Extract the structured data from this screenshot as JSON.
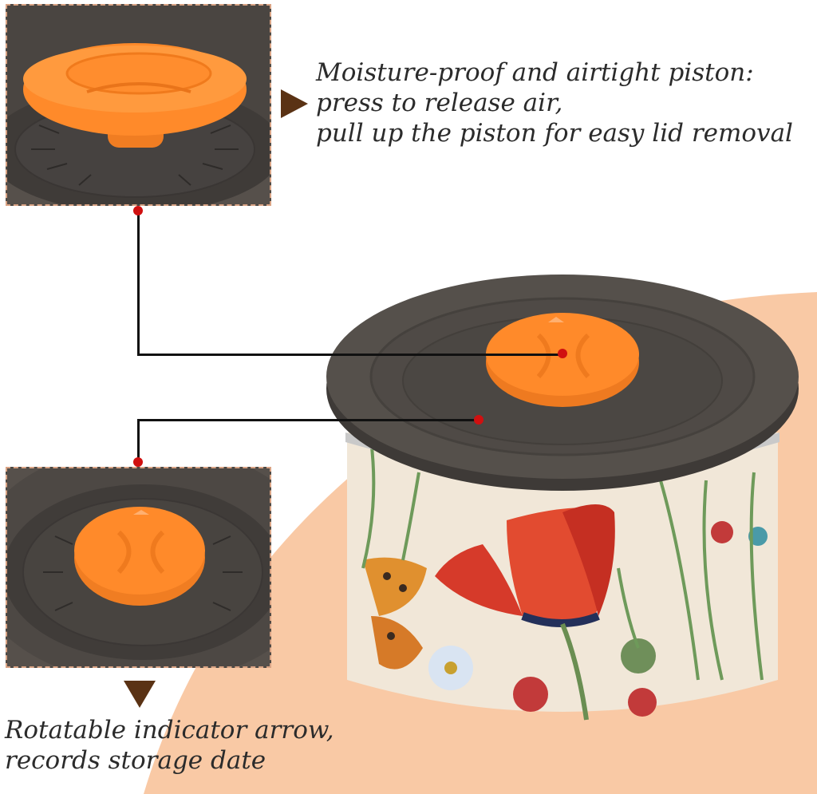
{
  "captions": {
    "piston": [
      "Moisture-proof and airtight piston:",
      "press to release air,",
      "pull up the piston for easy lid removal"
    ],
    "indicator": [
      "Rotatable indicator arrow,",
      "records storage date"
    ]
  },
  "colors": {
    "accent_orange": "#ff8a2a",
    "lid_gray": "#56504b",
    "background_peach": "#f9c9a5",
    "arrow_brown": "#5a3214",
    "callout_dot": "#d01010",
    "inset_border": "#d9a384"
  }
}
